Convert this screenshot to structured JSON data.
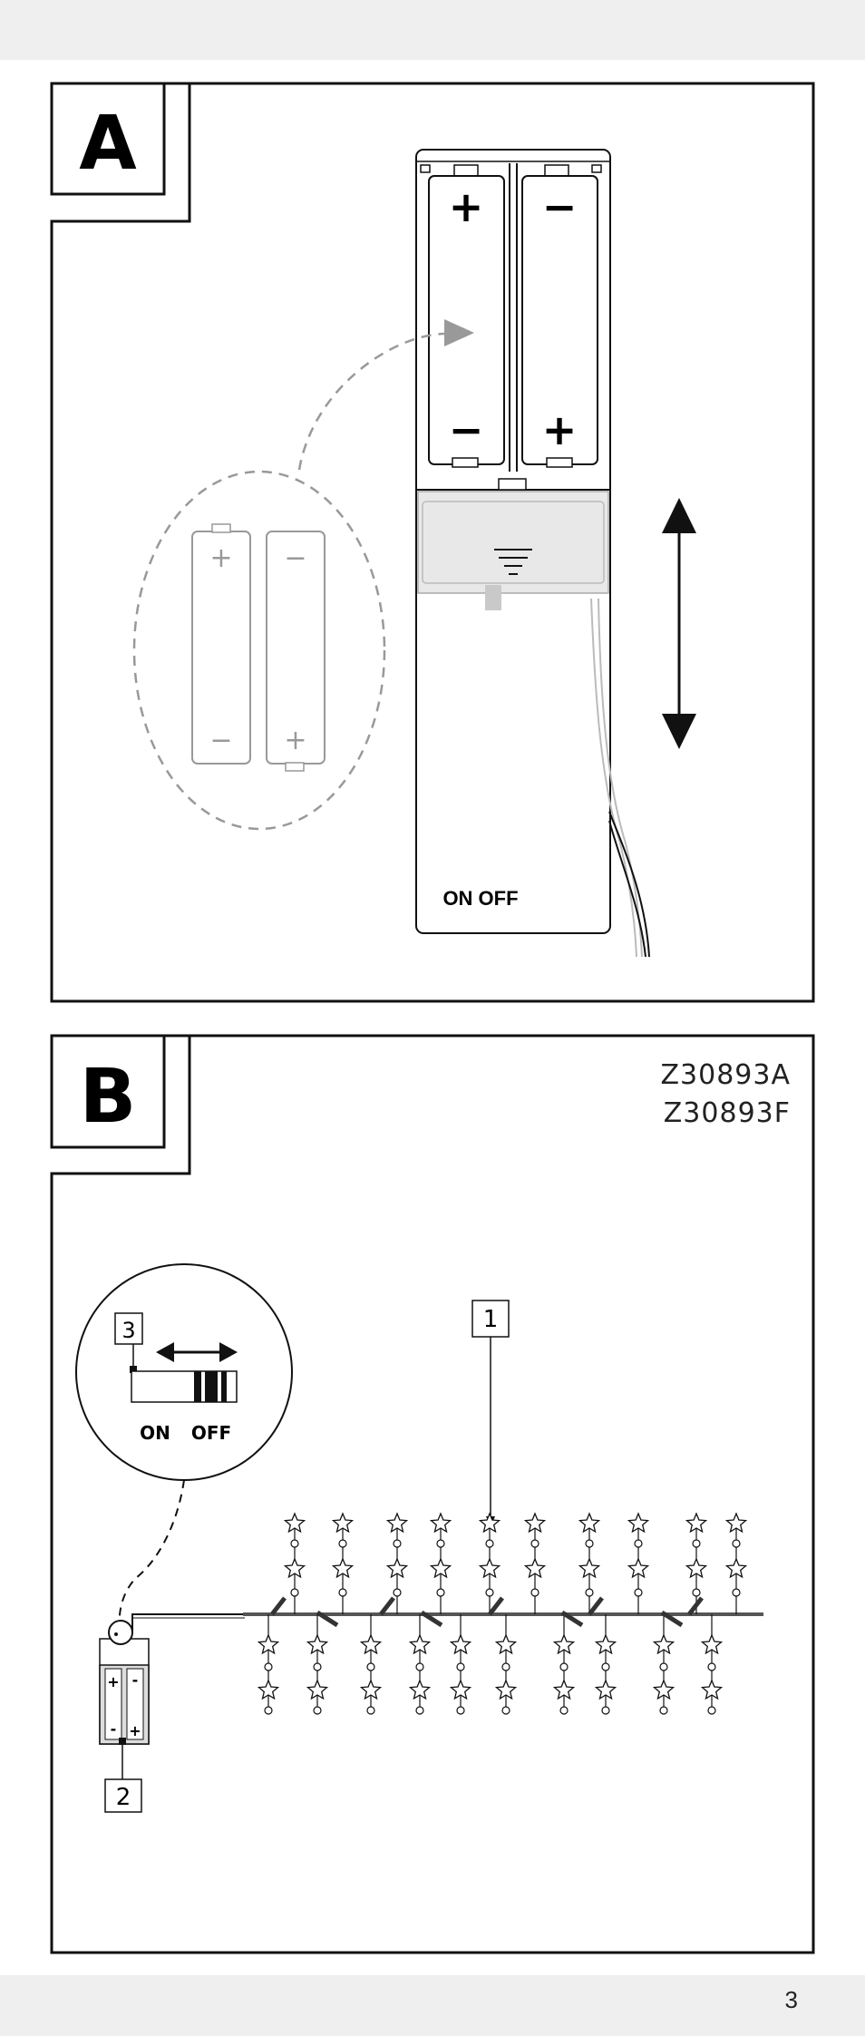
{
  "panel_a": {
    "label": "A",
    "battery_symbols": {
      "plus": "+",
      "minus": "−"
    },
    "switch_text": "ON OFF"
  },
  "panel_b": {
    "label": "B",
    "model_numbers": [
      "Z30893A",
      "Z30893F"
    ],
    "callouts": {
      "string_lights": "1",
      "battery_box": "2",
      "switch": "3"
    },
    "switch_on": "ON",
    "switch_off": "OFF",
    "battery_symbols": {
      "plus": "+",
      "minus": "-"
    }
  },
  "footer": {
    "page_number": "3"
  }
}
